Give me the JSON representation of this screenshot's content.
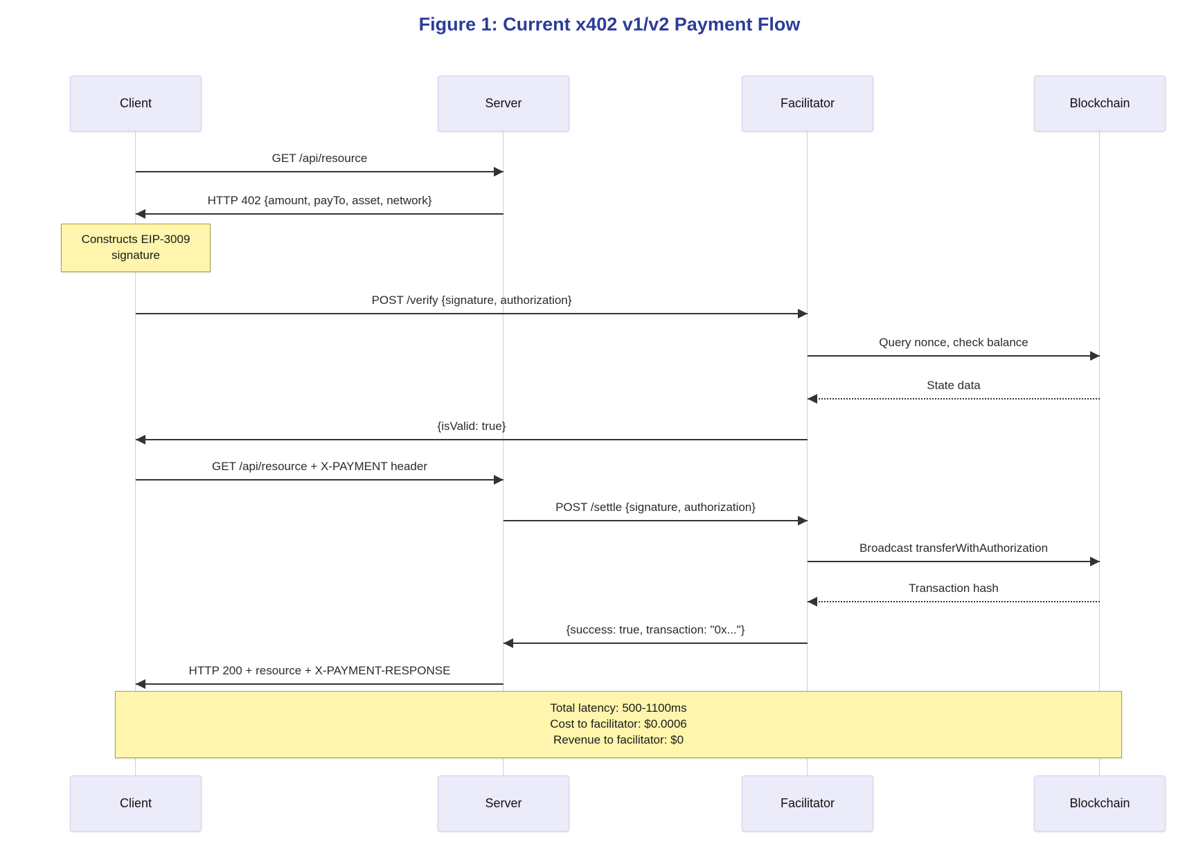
{
  "title": "Figure 1: Current x402 v1/v2 Payment Flow",
  "colors": {
    "title": "#2b3d9b",
    "actor_fill": "#ebebfa",
    "actor_border": "#d2d2e8",
    "note_fill": "#fff5ad",
    "note_border": "#a3a33c",
    "arrow": "#333333",
    "lifeline": "#cfcfdd",
    "text": "#2b2b2b"
  },
  "actors": [
    {
      "id": "client",
      "label": "Client"
    },
    {
      "id": "server",
      "label": "Server"
    },
    {
      "id": "facilitator",
      "label": "Facilitator"
    },
    {
      "id": "blockchain",
      "label": "Blockchain"
    }
  ],
  "messages": [
    {
      "type": "arrow",
      "from": "client",
      "to": "server",
      "line": "solid",
      "label": "GET /api/resource"
    },
    {
      "type": "arrow",
      "from": "server",
      "to": "client",
      "line": "solid",
      "label": "HTTP 402 {amount, payTo, asset, network}"
    },
    {
      "type": "note",
      "over": "client",
      "lines": [
        "Constructs EIP-3009",
        "signature"
      ]
    },
    {
      "type": "arrow",
      "from": "client",
      "to": "facilitator",
      "line": "solid",
      "label": "POST /verify {signature, authorization}"
    },
    {
      "type": "arrow",
      "from": "facilitator",
      "to": "blockchain",
      "line": "solid",
      "label": "Query nonce, check balance"
    },
    {
      "type": "arrow",
      "from": "blockchain",
      "to": "facilitator",
      "line": "dotted",
      "label": "State data"
    },
    {
      "type": "arrow",
      "from": "facilitator",
      "to": "client",
      "line": "solid",
      "label": "{isValid: true}"
    },
    {
      "type": "arrow",
      "from": "client",
      "to": "server",
      "line": "solid",
      "label": "GET /api/resource + X-PAYMENT header"
    },
    {
      "type": "arrow",
      "from": "server",
      "to": "facilitator",
      "line": "solid",
      "label": "POST /settle {signature, authorization}"
    },
    {
      "type": "arrow",
      "from": "facilitator",
      "to": "blockchain",
      "line": "solid",
      "label": "Broadcast transferWithAuthorization"
    },
    {
      "type": "arrow",
      "from": "blockchain",
      "to": "facilitator",
      "line": "dotted",
      "label": "Transaction hash"
    },
    {
      "type": "arrow",
      "from": "facilitator",
      "to": "server",
      "line": "solid",
      "label": "{success: true, transaction: \"0x...\"}"
    },
    {
      "type": "arrow",
      "from": "server",
      "to": "client",
      "line": "solid",
      "label": "HTTP 200 + resource + X-PAYMENT-RESPONSE"
    }
  ],
  "summary_note": {
    "lines": [
      "Total latency: 500-1100ms",
      "Cost to facilitator: $0.0006",
      "Revenue to facilitator: $0"
    ]
  }
}
